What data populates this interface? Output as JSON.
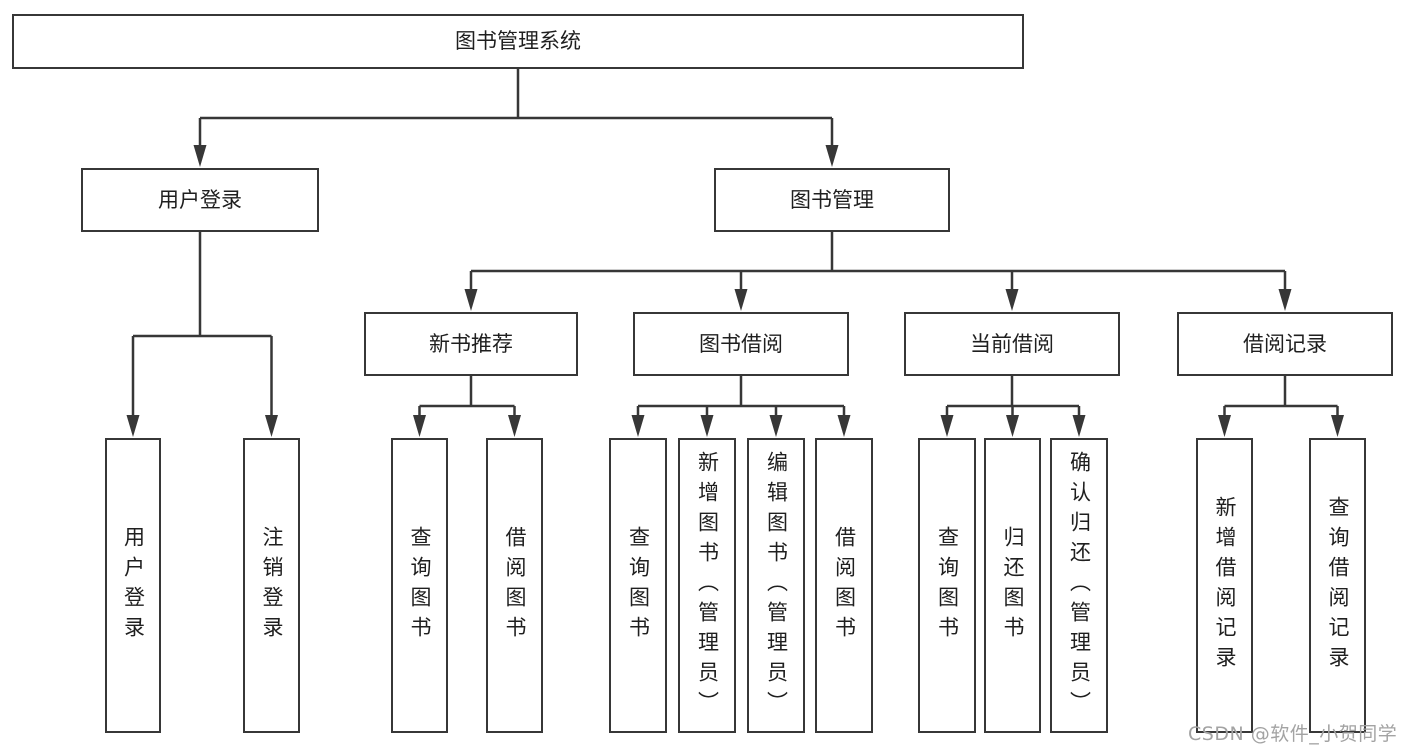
{
  "diagram": {
    "title": "图书管理系统",
    "children": [
      {
        "label": "用户登录",
        "children": [
          {
            "label": "用户登录"
          },
          {
            "label": "注销登录"
          }
        ]
      },
      {
        "label": "图书管理",
        "children": [
          {
            "label": "新书推荐",
            "children": [
              {
                "label": "查询图书"
              },
              {
                "label": "借阅图书"
              }
            ]
          },
          {
            "label": "图书借阅",
            "children": [
              {
                "label": "查询图书"
              },
              {
                "label": "新增图书（管理员）"
              },
              {
                "label": "编辑图书（管理员）"
              },
              {
                "label": "借阅图书"
              }
            ]
          },
          {
            "label": "当前借阅",
            "children": [
              {
                "label": "查询图书"
              },
              {
                "label": "归还图书"
              },
              {
                "label": "确认归还（管理员）"
              }
            ]
          },
          {
            "label": "借阅记录",
            "children": [
              {
                "label": "新增借阅记录"
              },
              {
                "label": "查询借阅记录"
              }
            ]
          }
        ]
      }
    ]
  },
  "watermark": "CSDN @软件_小贺同学",
  "colors": {
    "line": "#373737",
    "box_border": "#373737",
    "text": "#1f1f1f",
    "watermark": "#a3a3a3",
    "background": "#ffffff"
  }
}
